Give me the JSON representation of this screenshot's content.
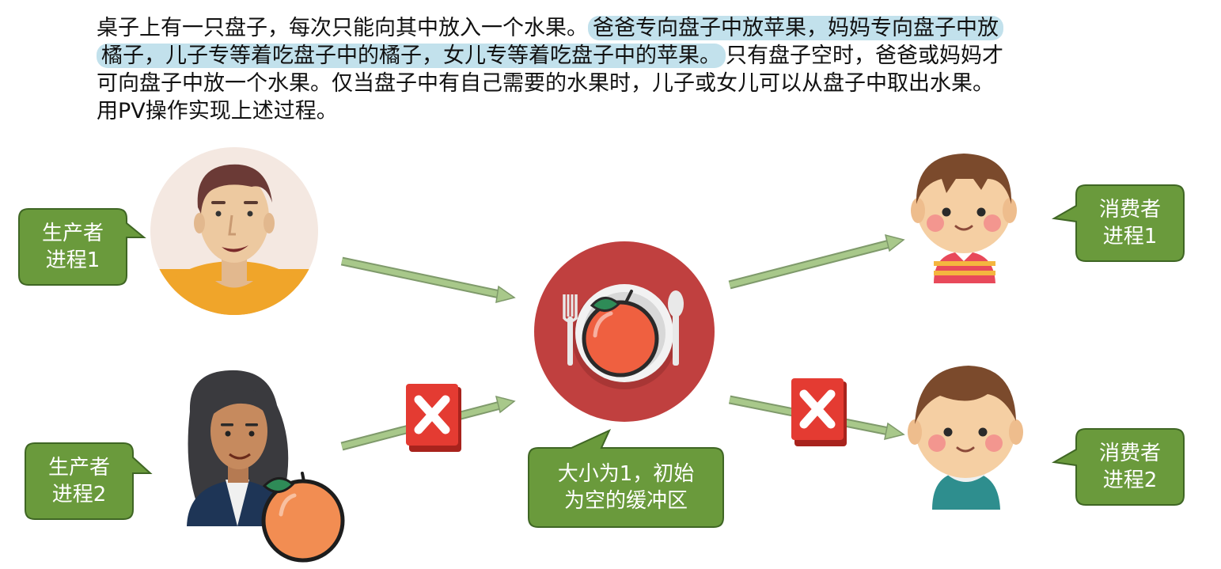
{
  "problem": {
    "line1_a": "桌子上有一只盘子，每次只能向其中放入一个水果。",
    "line1_b": "爸爸专向盘子中放苹果，妈妈专向盘子中放",
    "line2_a": "橘子，儿子专等着吃盘子中的橘子，女儿专等着吃盘子中的苹果。",
    "line2_b": "只有盘子空时，爸爸或妈妈才",
    "line3": "可向盘子中放一个水果。仅当盘子中有自己需要的水果时，儿子或女儿可以从盘子中取出水果。",
    "line4": "用PV操作实现上述过程。"
  },
  "labels": {
    "producer1": {
      "line1": "生产者",
      "line2": "进程1"
    },
    "producer2": {
      "line1": "生产者",
      "line2": "进程2"
    },
    "consumer1": {
      "line1": "消费者",
      "line2": "进程1"
    },
    "consumer2": {
      "line1": "消费者",
      "line2": "进程2"
    },
    "buffer": {
      "line1": "大小为1，初始",
      "line2": "为空的缓冲区"
    }
  },
  "icons": {
    "dad": "man-avatar-icon",
    "mom": "woman-avatar-icon",
    "orange": "orange-icon",
    "plate": "plate-with-orange-icon",
    "son": "boy-avatar-icon",
    "daughter": "girl-avatar-icon",
    "blocked": "red-x-icon"
  },
  "colors": {
    "callout_green": "#6a9a3c",
    "arrow_green": "#a8c88a",
    "plate_red": "#c0403f",
    "highlight": "#add7e6",
    "x_red": "#e43b32"
  }
}
